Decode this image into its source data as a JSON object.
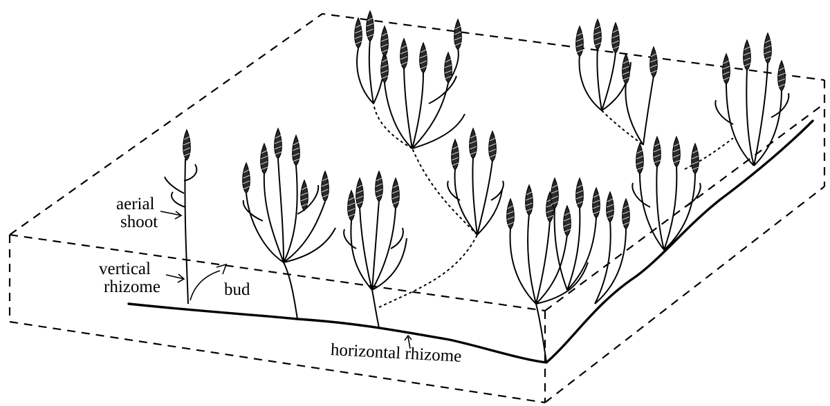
{
  "labels": {
    "aerial": "aerial",
    "shoot": "shoot",
    "vertical": "vertical",
    "rhizome": "rhizome",
    "bud": "bud",
    "horizontal_rhizome": "horizontal rhizome"
  },
  "colors": {
    "ink": "#000000",
    "background": "#ffffff",
    "inflorescence": "#2b2b2b"
  }
}
